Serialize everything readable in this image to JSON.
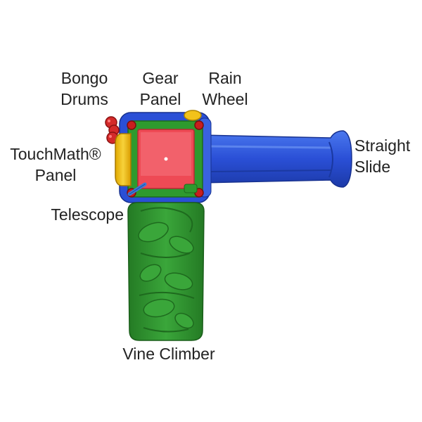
{
  "labels": {
    "bongo_drums": [
      "Bongo",
      "Drums"
    ],
    "gear_panel": [
      "Gear",
      "Panel"
    ],
    "rain_wheel": [
      "Rain",
      "Wheel"
    ],
    "touchmath_panel": [
      "TouchMath®",
      "Panel"
    ],
    "telescope": "Telescope",
    "straight_slide": [
      "Straight",
      "Slide"
    ],
    "vine_climber": "Vine Climber"
  },
  "colors": {
    "slide_blue": "#2a4fd6",
    "deck_red": "#ee4a55",
    "frame_green": "#2e9a2e",
    "panel_yellow": "#f2c21a",
    "bongo_red": "#d42a2a",
    "climber_green": "#2f8f2f",
    "telescope_blue": "#3a7ad8"
  }
}
